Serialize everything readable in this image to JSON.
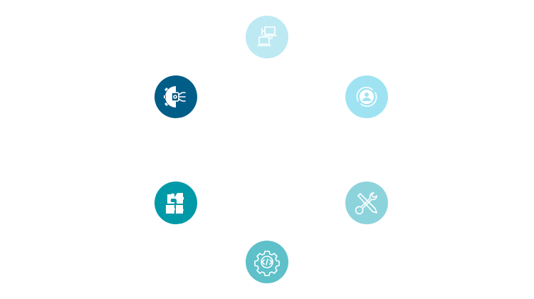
{
  "nodes": [
    {
      "id": "network",
      "icon": "network-computers-icon",
      "color": "#bde9f3"
    },
    {
      "id": "ai-gear",
      "icon": "gear-circuit-icon",
      "color": "#005d87"
    },
    {
      "id": "user-gear",
      "icon": "user-gear-cycle-icon",
      "color": "#9fe3f3"
    },
    {
      "id": "puzzle",
      "icon": "puzzle-pieces-icon",
      "color": "#0099a8"
    },
    {
      "id": "tools",
      "icon": "pencil-wrench-icon",
      "color": "#8dd3dc"
    },
    {
      "id": "code-gear",
      "icon": "code-gear-icon",
      "color": "#5ec0c9"
    }
  ]
}
